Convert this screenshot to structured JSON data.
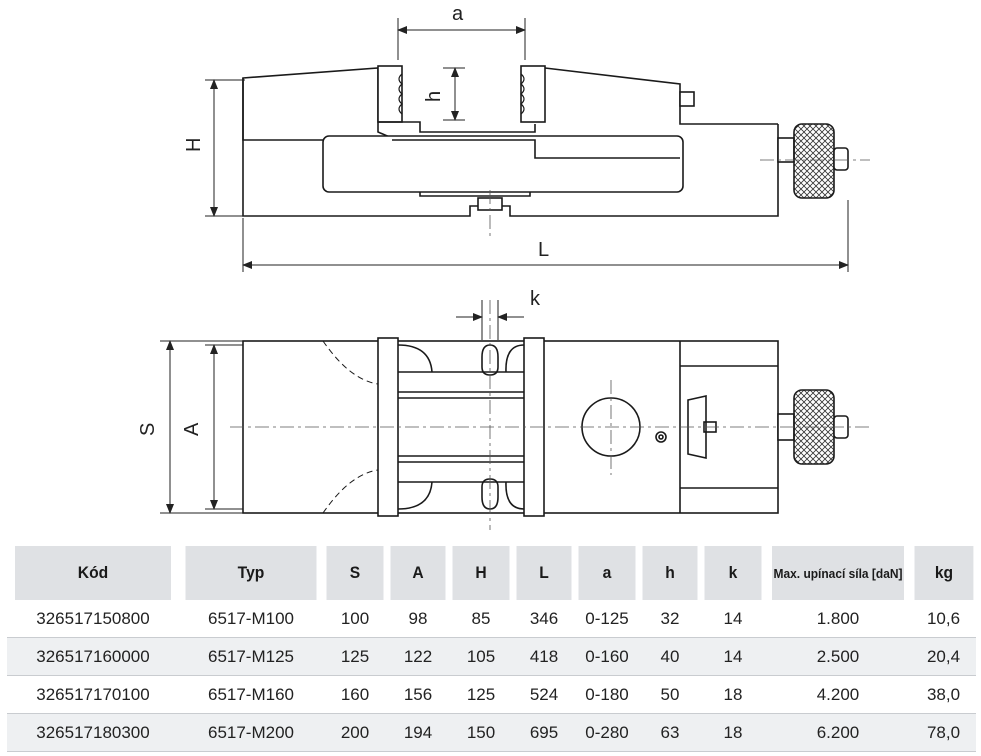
{
  "drawing": {
    "labels": {
      "a": "a",
      "h": "h",
      "H": "H",
      "L": "L",
      "k": "k",
      "S": "S",
      "A": "A"
    }
  },
  "table": {
    "headers": [
      "Kód",
      "Typ",
      "S",
      "A",
      "H",
      "L",
      "a",
      "h",
      "k",
      "Max. upínací síla [daN]",
      "kg"
    ],
    "rows": [
      [
        "326517150800",
        "6517-M100",
        "100",
        "98",
        "85",
        "346",
        "0-125",
        "32",
        "14",
        "1.800",
        "10,6"
      ],
      [
        "326517160000",
        "6517-M125",
        "125",
        "122",
        "105",
        "418",
        "0-160",
        "40",
        "14",
        "2.500",
        "20,4"
      ],
      [
        "326517170100",
        "6517-M160",
        "160",
        "156",
        "125",
        "524",
        "0-180",
        "50",
        "18",
        "4.200",
        "38,0"
      ],
      [
        "326517180300",
        "6517-M200",
        "200",
        "194",
        "150",
        "695",
        "0-280",
        "63",
        "18",
        "6.200",
        "78,0"
      ]
    ]
  }
}
